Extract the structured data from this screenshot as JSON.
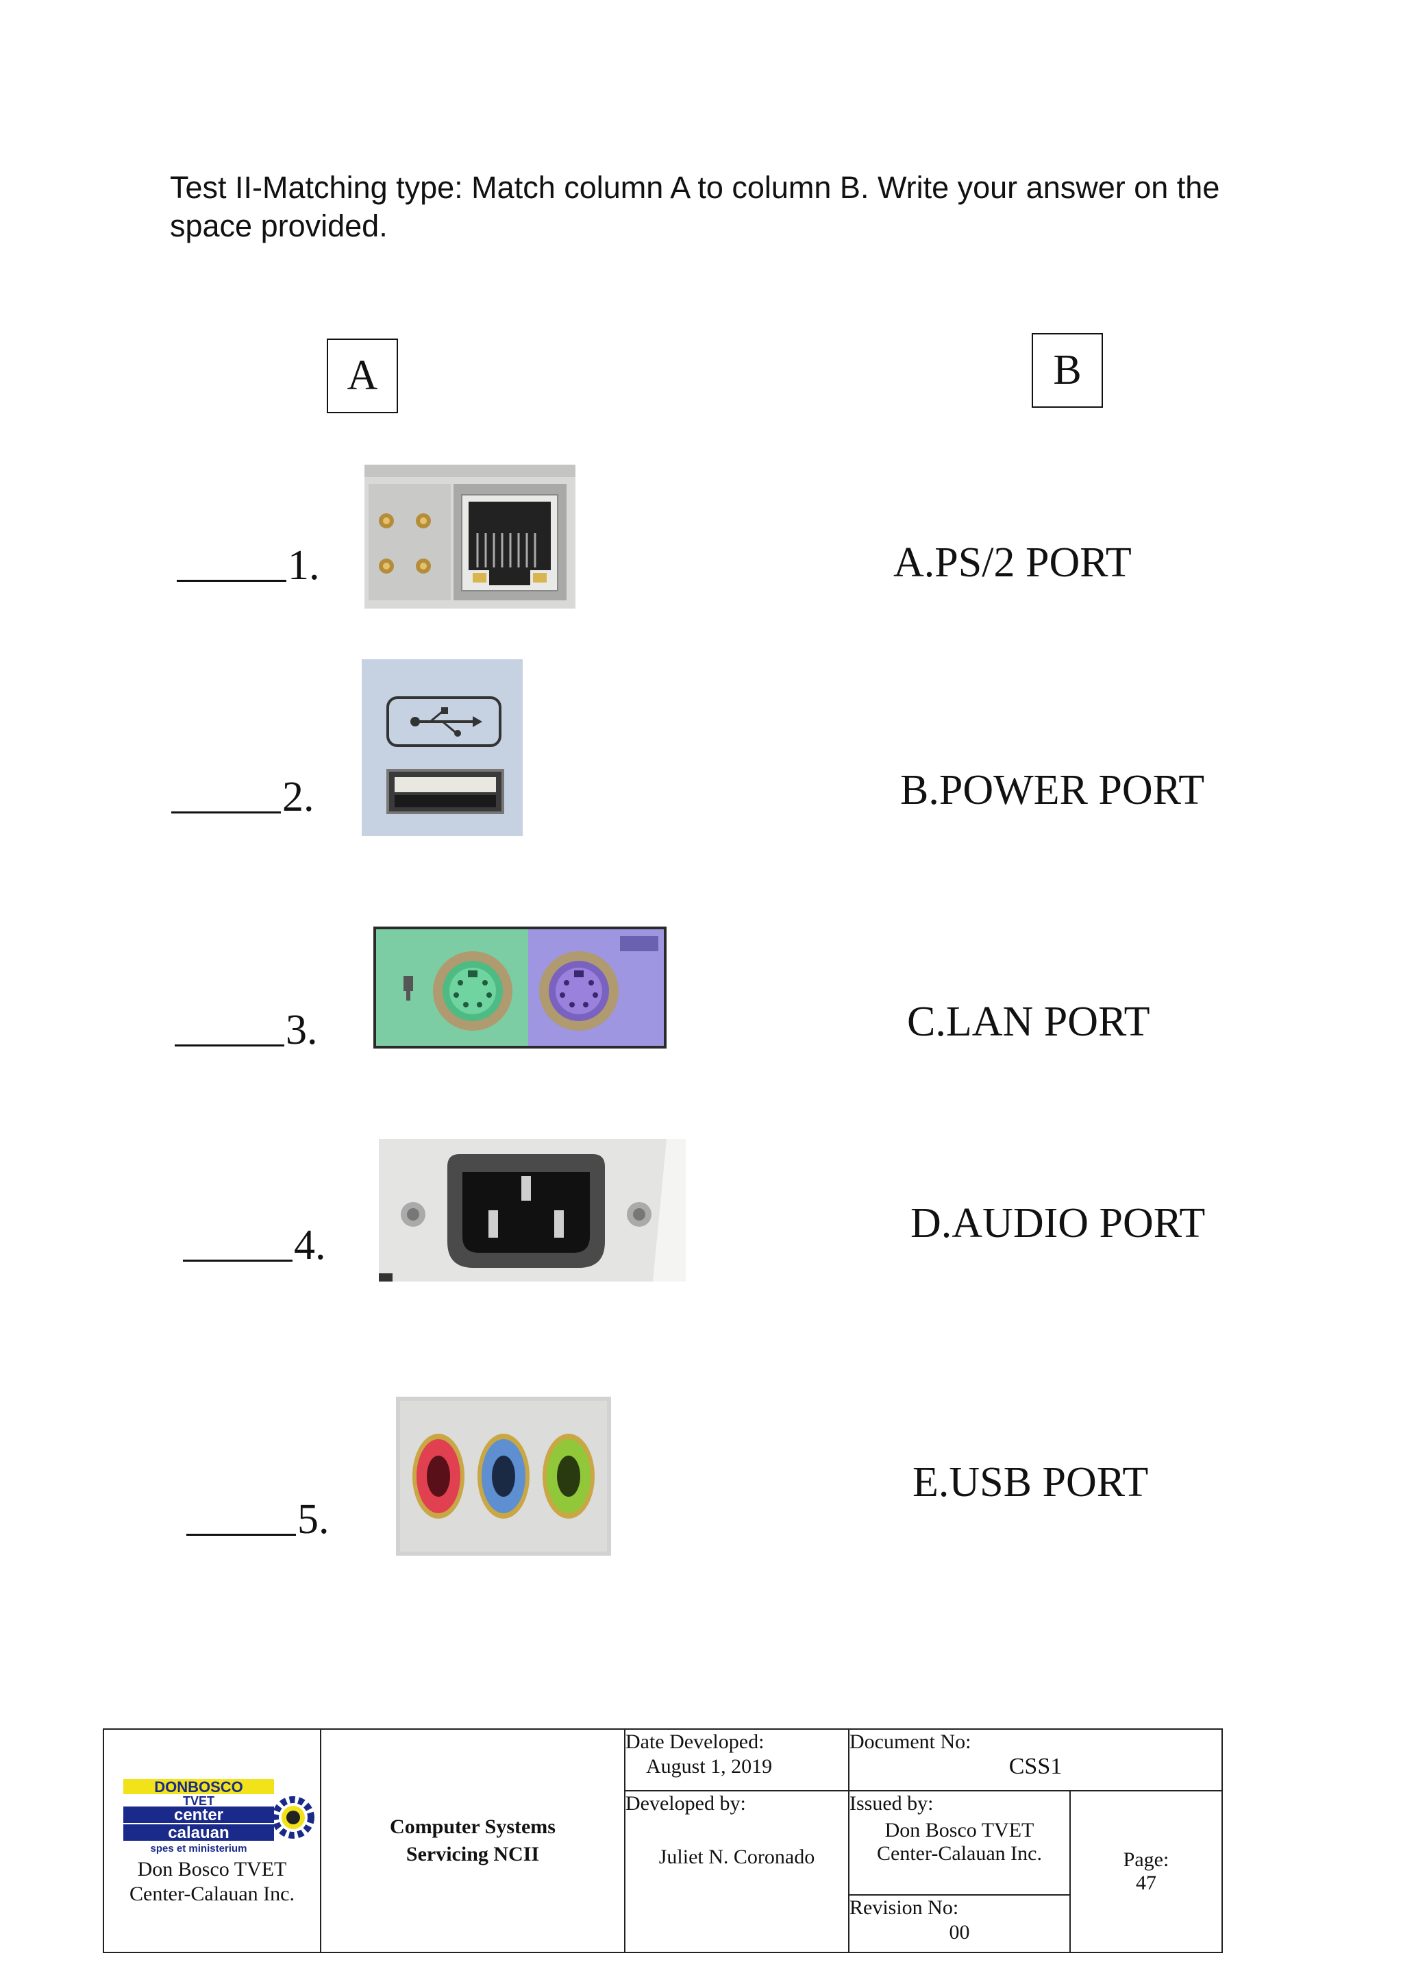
{
  "instruction": "Test II-Matching type: Match column A to column B. Write your answer on the space provided.",
  "column_a_label": "A",
  "column_b_label": "B",
  "items": [
    {
      "number": "1.",
      "icon": "lan-port-image"
    },
    {
      "number": "2.",
      "icon": "usb-port-image"
    },
    {
      "number": "3.",
      "icon": "ps2-port-image"
    },
    {
      "number": "4.",
      "icon": "power-port-image"
    },
    {
      "number": "5.",
      "icon": "audio-port-image"
    }
  ],
  "choices": [
    "A.PS/2 PORT",
    "B.POWER PORT",
    "C.LAN PORT",
    "D.AUDIO PORT",
    "E.USB PORT"
  ],
  "footer": {
    "logo_lines": [
      "DONBOSCO",
      "TVET",
      "center",
      "calauan",
      "spes et ministerium"
    ],
    "org_name": "Don Bosco TVET Center-Calauan Inc.",
    "course": "Computer Systems Servicing NCII",
    "date_label": "Date Developed:",
    "date_value": "August 1, 2019",
    "doc_label": "Document No:",
    "doc_value": "CSS1",
    "developed_label": "Developed by:",
    "developed_value": "Juliet N. Coronado",
    "issued_label": "Issued by:",
    "issued_value": "Don Bosco TVET Center-Calauan Inc.",
    "page_label": "Page:",
    "page_value": "47",
    "revision_label": "Revision No:",
    "revision_value": "00"
  }
}
